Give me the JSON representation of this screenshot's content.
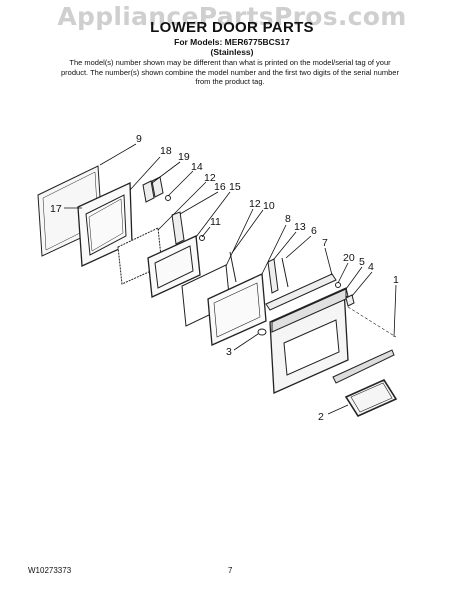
{
  "watermark": "AppliancePartsPros.com",
  "title": "LOWER DOOR PARTS",
  "models": "For Models: MER6775BCS17",
  "variant": "(Stainless)",
  "note": "The model(s) number shown may be different than what is printed on the model/serial tag of your product. The number(s) shown combine the model number and the first two digits of the serial number from the product tag.",
  "doc_number": "W10273373",
  "page_number": "7",
  "callouts": [
    "9",
    "18",
    "19",
    "14",
    "12",
    "16",
    "15",
    "17",
    "11",
    "12",
    "10",
    "8",
    "13",
    "6",
    "7",
    "20",
    "5",
    "4",
    "1",
    "3",
    "2"
  ]
}
